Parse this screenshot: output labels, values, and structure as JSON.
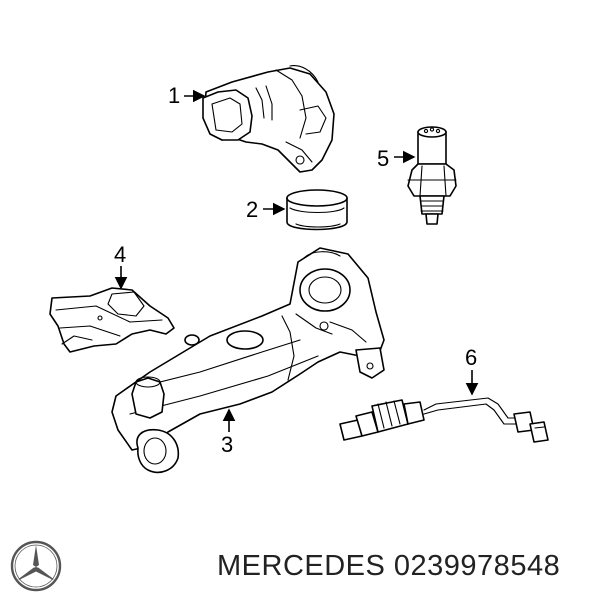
{
  "callouts": {
    "c1": "1",
    "c2": "2",
    "c3": "3",
    "c4": "4",
    "c5": "5",
    "c6": "6"
  },
  "parts": {
    "p1": "sensor-housing",
    "p2": "seal-ring",
    "p3": "intake-duct",
    "p4": "mounting-bracket",
    "p5": "pressure-sensor",
    "p6": "oxygen-sensor"
  },
  "footer": {
    "brand_text": "MERCEDES 0239978548",
    "logo_icon": "mercedes-star-icon"
  },
  "colors": {
    "line": "#000000",
    "background": "#ffffff",
    "footer_text": "#222222",
    "logo": "#555555"
  }
}
